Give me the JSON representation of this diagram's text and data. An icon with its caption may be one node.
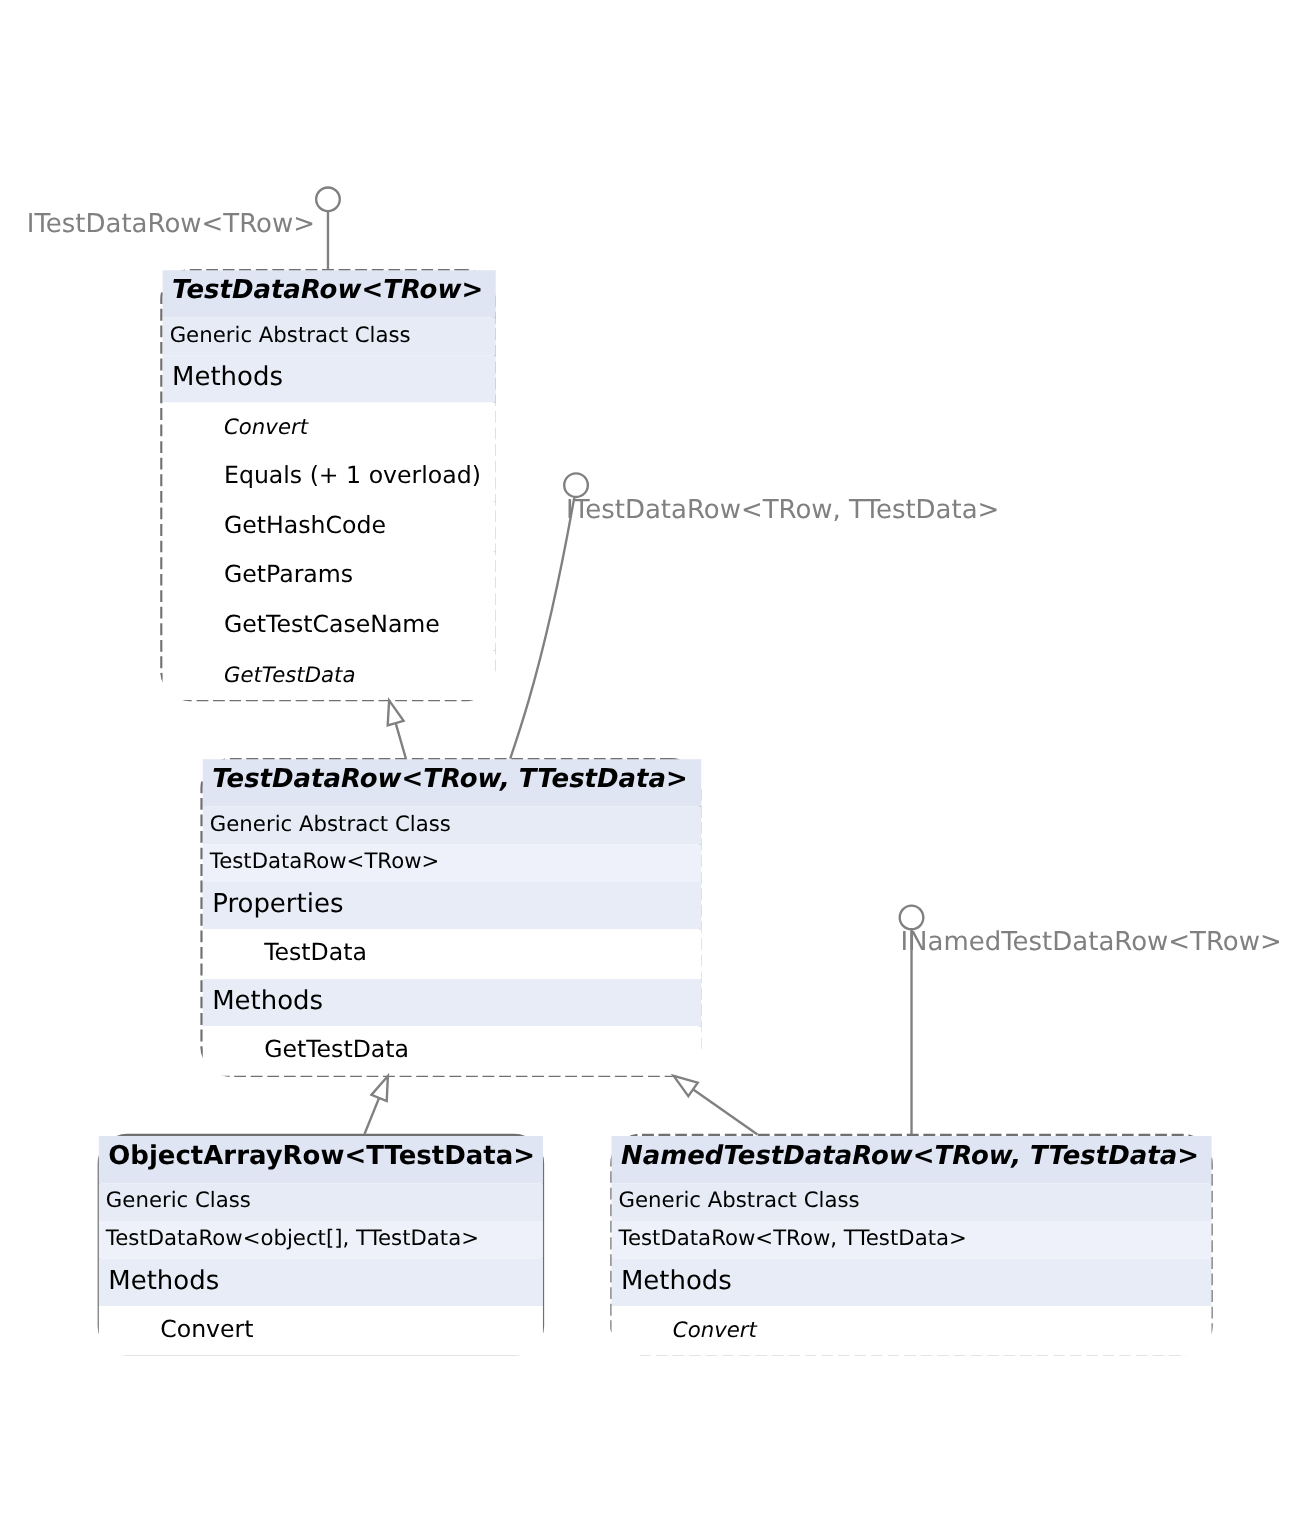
{
  "diagram": {
    "nodes": [
      {
        "text": [],
        "shape": "circle",
        "beside": [
          "ITestDataRow<TRow>"
        ]
      },
      {
        "text": [
          "TestDataRow<TRow>",
          "Generic Abstract Class",
          "Methods",
          "Convert",
          "Equals (+ 1 overload)",
          "GetHashCode",
          "GetParams",
          "GetTestCaseName",
          "GetTestData"
        ]
      },
      {
        "text": [],
        "shape": "circle",
        "beside": [
          "ITestDataRow<TRow, TTestData>"
        ]
      },
      {
        "text": [
          "TestDataRow<TRow, TTestData>",
          "Generic Abstract Class",
          "TestDataRow<TRow>",
          "Properties",
          "TestData",
          "Methods",
          "GetTestData"
        ]
      },
      {
        "text": [],
        "shape": "circle",
        "beside": [
          "INamedTestDataRow<TRow>"
        ]
      },
      {
        "text": [
          "NamedTestDataRow<TRow, TTestData>",
          "Generic Abstract Class",
          "TestDataRow<TRow, TTestData>",
          "Methods",
          "Convert"
        ]
      },
      {
        "text": [
          "ObjectArrayRow<TTestData>",
          "Generic Class",
          "TestDataRow<object[], TTestData>",
          "Methods",
          "Convert"
        ]
      }
    ],
    "edges": [
      {
        "from": 1,
        "to": 0,
        "arrow": "none"
      },
      {
        "from": 3,
        "to": 1,
        "arrow": "to"
      },
      {
        "from": 3,
        "to": 2,
        "arrow": "none"
      },
      {
        "from": 5,
        "to": 3,
        "arrow": "to"
      },
      {
        "from": 6,
        "to": 3,
        "arrow": "to"
      },
      {
        "from": 5,
        "to": 4,
        "arrow": "none"
      }
    ]
  }
}
